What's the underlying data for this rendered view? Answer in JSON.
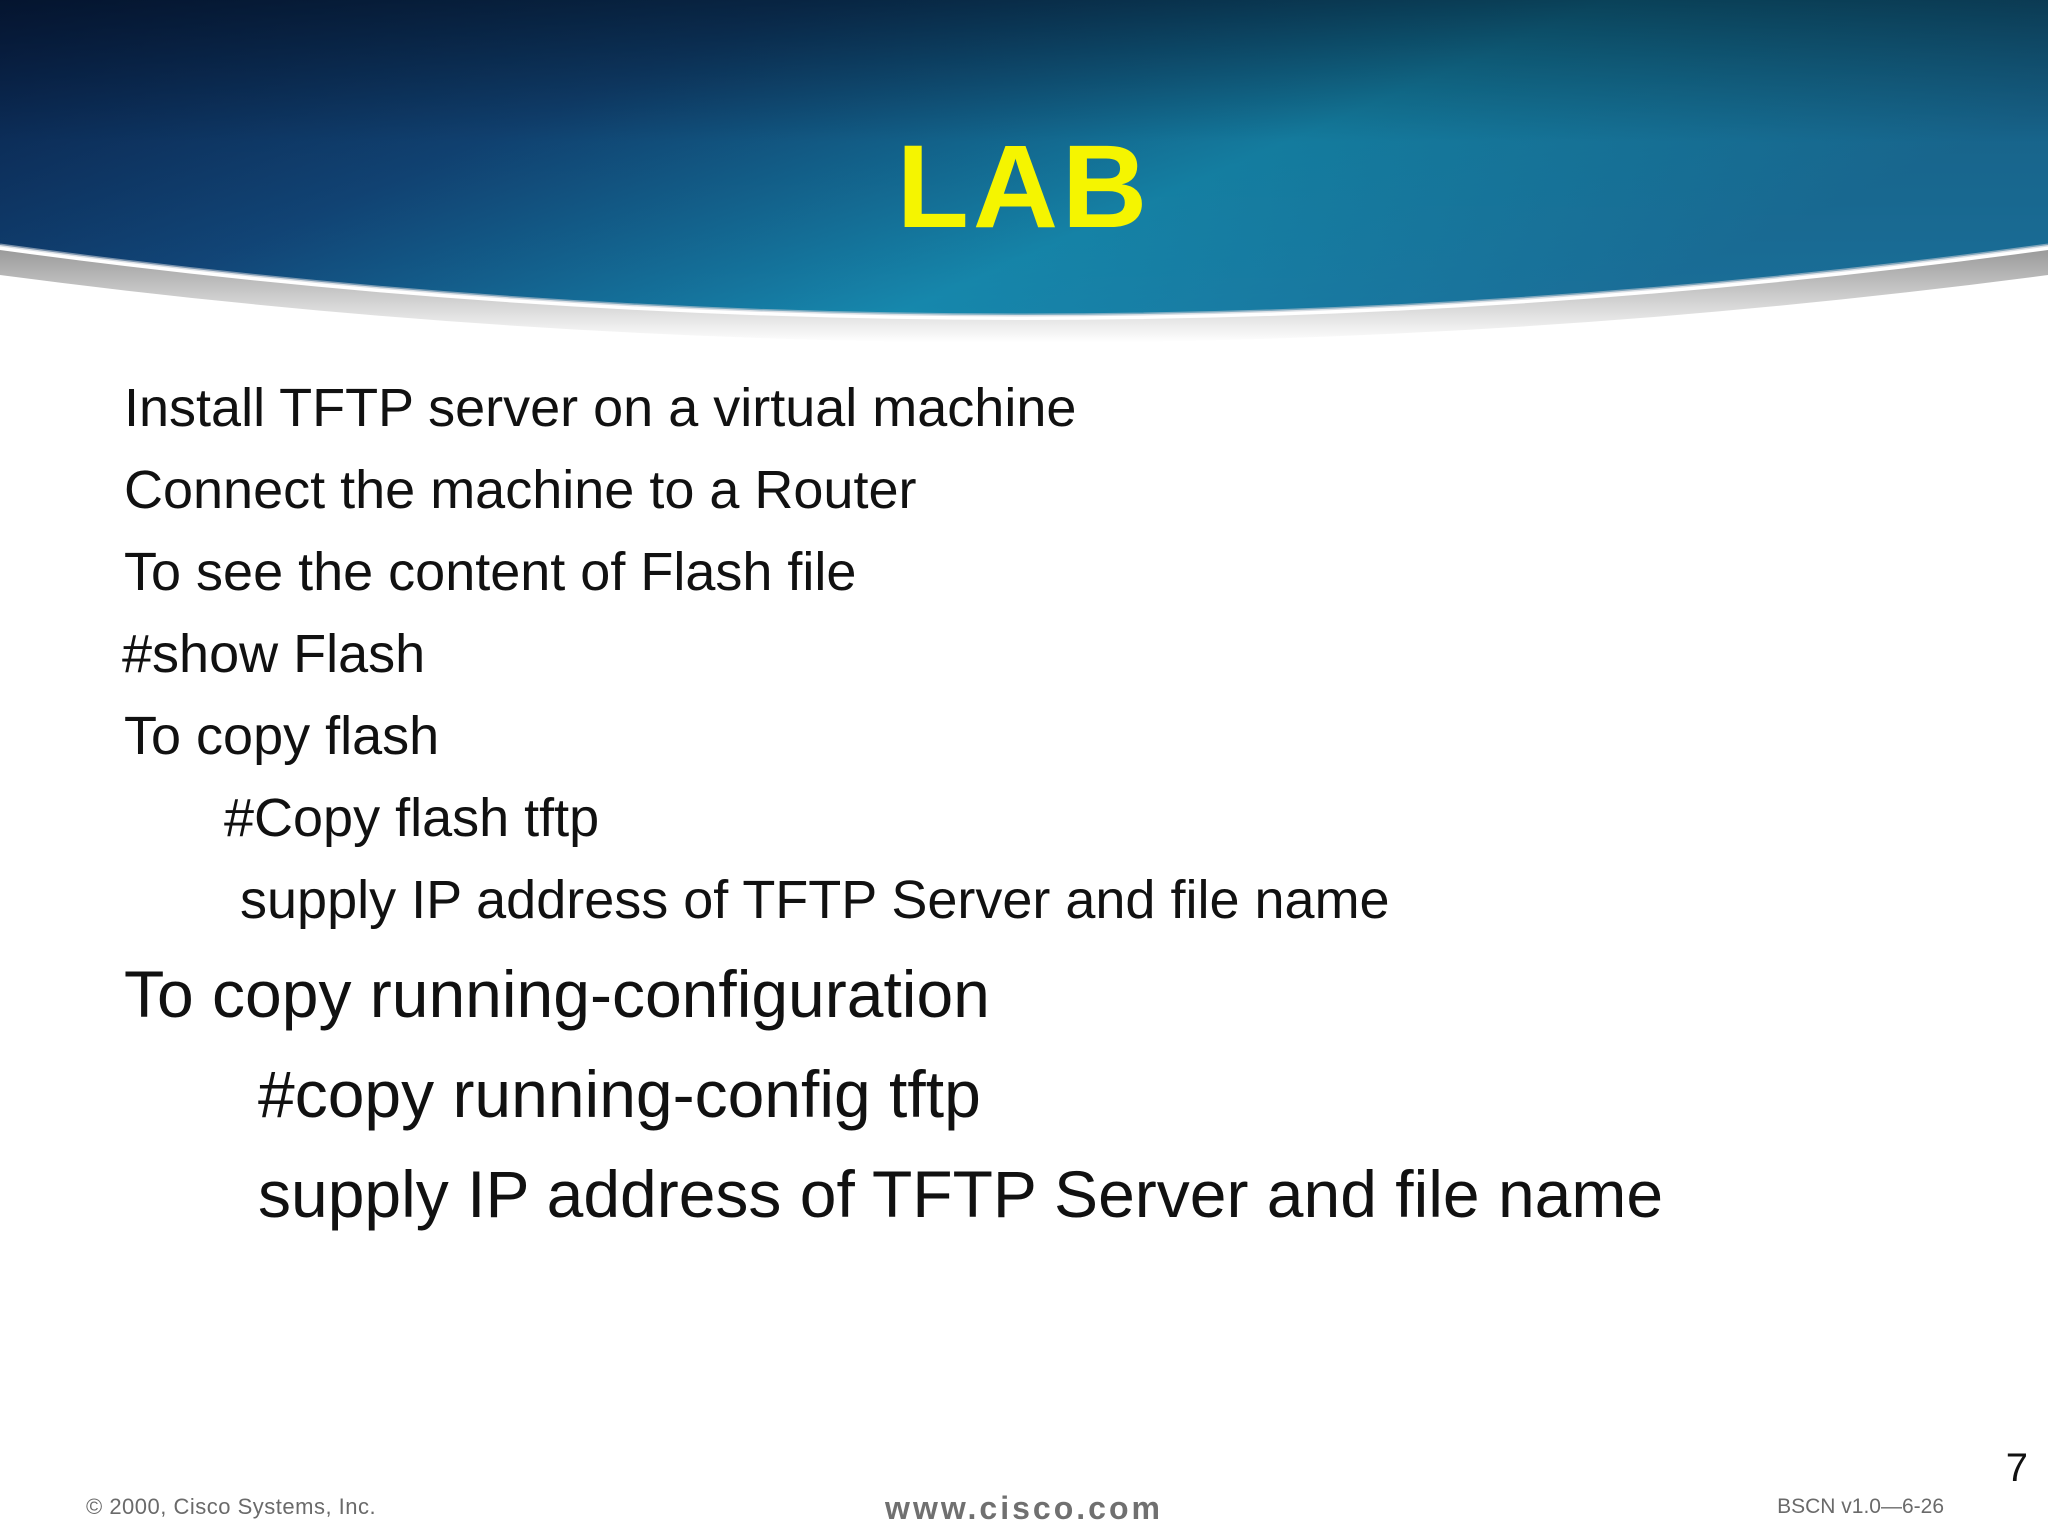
{
  "title": "LAB",
  "lines": [
    "Install TFTP server on a virtual machine",
    "Connect the machine to a Router",
    "To see the content of Flash file",
    "#show Flash",
    "To copy flash",
    "#Copy flash tftp",
    "supply IP address of TFTP Server and file name",
    "To copy running-configuration",
    "#copy running-config tftp",
    "supply IP address of TFTP Server and file name"
  ],
  "page_number": "7",
  "footer": {
    "copyright": "© 2000, Cisco Systems, Inc.",
    "website": "www.cisco.com",
    "course_code": "BSCN v1.0—6-26"
  },
  "colors": {
    "title": "#f5f500",
    "header_dark": "#0b2a55",
    "header_light": "#1a8fb0"
  }
}
